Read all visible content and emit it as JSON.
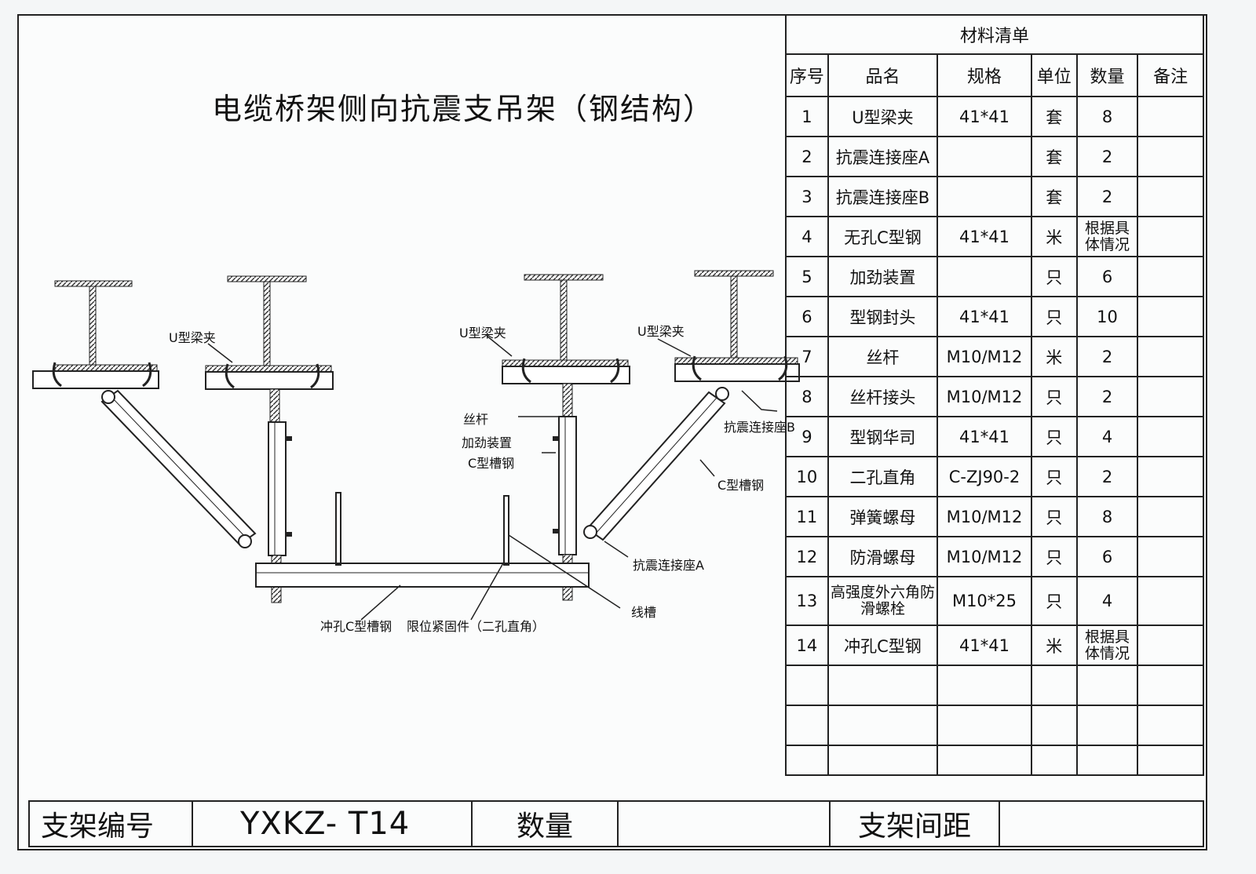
{
  "title": "电缆桥架侧向抗震支吊架（钢结构）",
  "bom": {
    "caption": "材料清单",
    "headers": [
      "序号",
      "品名",
      "规格",
      "单位",
      "数量",
      "备注"
    ],
    "rows": [
      {
        "no": "1",
        "name": "U型梁夹",
        "spec": "41*41",
        "unit": "套",
        "qty": "8",
        "note": ""
      },
      {
        "no": "2",
        "name": "抗震连接座A",
        "spec": "",
        "unit": "套",
        "qty": "2",
        "note": ""
      },
      {
        "no": "3",
        "name": "抗震连接座B",
        "spec": "",
        "unit": "套",
        "qty": "2",
        "note": ""
      },
      {
        "no": "4",
        "name": "无孔C型钢",
        "spec": "41*41",
        "unit": "米",
        "qty": "根据具体情况",
        "note": ""
      },
      {
        "no": "5",
        "name": "加劲装置",
        "spec": "",
        "unit": "只",
        "qty": "6",
        "note": ""
      },
      {
        "no": "6",
        "name": "型钢封头",
        "spec": "41*41",
        "unit": "只",
        "qty": "10",
        "note": ""
      },
      {
        "no": "7",
        "name": "丝杆",
        "spec": "M10/M12",
        "unit": "米",
        "qty": "2",
        "note": ""
      },
      {
        "no": "8",
        "name": "丝杆接头",
        "spec": "M10/M12",
        "unit": "只",
        "qty": "2",
        "note": ""
      },
      {
        "no": "9",
        "name": "型钢华司",
        "spec": "41*41",
        "unit": "只",
        "qty": "4",
        "note": ""
      },
      {
        "no": "10",
        "name": "二孔直角",
        "spec": "C-ZJ90-2",
        "unit": "只",
        "qty": "2",
        "note": ""
      },
      {
        "no": "11",
        "name": "弹簧螺母",
        "spec": "M10/M12",
        "unit": "只",
        "qty": "8",
        "note": ""
      },
      {
        "no": "12",
        "name": "防滑螺母",
        "spec": "M10/M12",
        "unit": "只",
        "qty": "6",
        "note": ""
      },
      {
        "no": "13",
        "name": "高强度外六角防滑螺栓",
        "spec": "M10*25",
        "unit": "只",
        "qty": "4",
        "note": ""
      },
      {
        "no": "14",
        "name": "冲孔C型钢",
        "spec": "41*41",
        "unit": "米",
        "qty": "根据具体情况",
        "note": ""
      }
    ]
  },
  "labels": {
    "u_clamp_1": "U型梁夹",
    "u_clamp_2": "U型梁夹",
    "u_clamp_3": "U型梁夹",
    "rod": "丝杆",
    "stiffener": "加劲装置",
    "c_channel_left": "C型槽钢",
    "seismic_seat_b": "抗震连接座B",
    "c_channel_right": "C型槽钢",
    "seismic_seat_a": "抗震连接座A",
    "cable_tray": "线槽",
    "punched_c_channel": "冲孔C型槽钢",
    "limit_fastener": "限位紧固件（二孔直角）"
  },
  "footer": {
    "bracket_no_label": "支架编号",
    "bracket_no": "YXKZ- T14",
    "qty_label": "数量",
    "qty_value": "",
    "spacing_label": "支架间距",
    "spacing_value": ""
  }
}
